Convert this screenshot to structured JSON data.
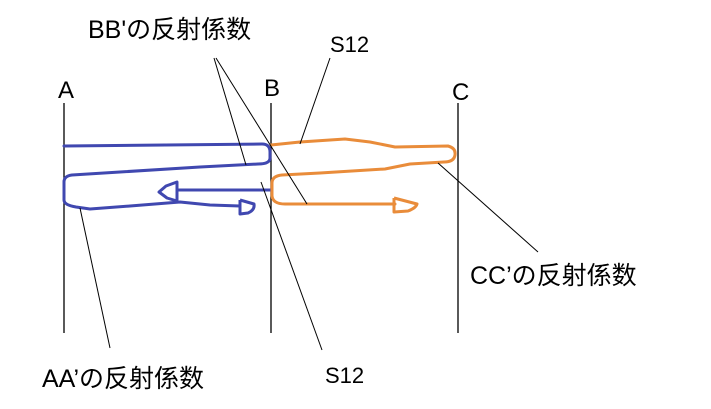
{
  "planes": {
    "a": "A",
    "b": "B",
    "c": "C"
  },
  "labels": {
    "bb_reflection": "BB'の反射係数",
    "s12_top": "S12",
    "cc_reflection": "CC’の反射係数",
    "aa_reflection": "AA’の反射係数",
    "s12_bottom": "S12"
  },
  "colors": {
    "wave_a_b": "#4048b0",
    "wave_b_c": "#e98c3a",
    "lines": "#000000"
  }
}
